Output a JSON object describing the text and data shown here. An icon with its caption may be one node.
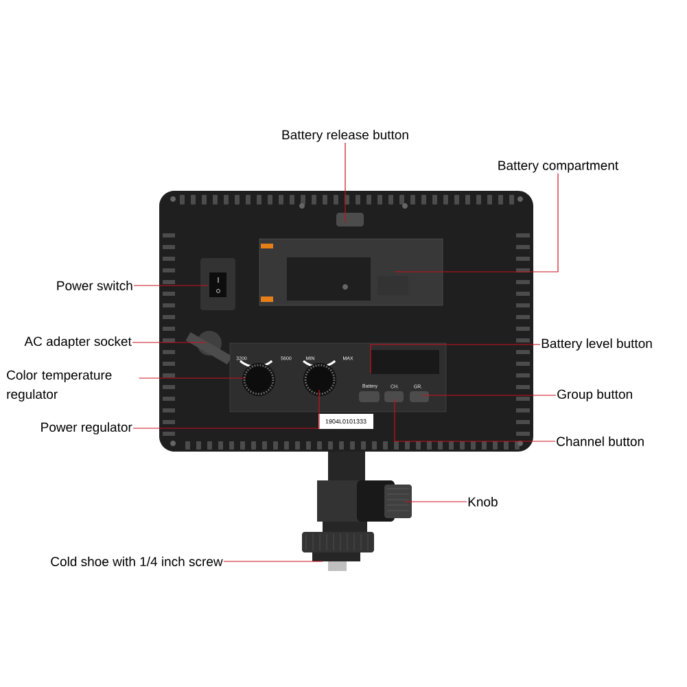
{
  "diagram": {
    "nodes": [
      {
        "text": [
          "Battery release button"
        ]
      },
      {
        "text": [
          "Battery compartment"
        ]
      },
      {
        "text": [
          "Power switch"
        ]
      },
      {
        "text": [
          "AC adapter socket"
        ]
      },
      {
        "text": [
          "Color temperature regulator"
        ]
      },
      {
        "text": [
          "Power regulator"
        ]
      },
      {
        "text": [
          "Battery level button"
        ]
      },
      {
        "text": [
          "Group button"
        ]
      },
      {
        "text": [
          "Channel button"
        ]
      },
      {
        "text": [
          "Knob"
        ]
      },
      {
        "text": [
          "Cold shoe with 1/4 inch screw"
        ]
      }
    ],
    "edges": [
      {
        "from": 0,
        "to": null,
        "arrow": "none"
      },
      {
        "from": 1,
        "to": null,
        "arrow": "none"
      },
      {
        "from": 2,
        "to": null,
        "arrow": "none"
      },
      {
        "from": 3,
        "to": null,
        "arrow": "none"
      },
      {
        "from": 4,
        "to": null,
        "arrow": "none"
      },
      {
        "from": 5,
        "to": null,
        "arrow": "none"
      },
      {
        "from": 6,
        "to": null,
        "arrow": "none"
      },
      {
        "from": 7,
        "to": null,
        "arrow": "none"
      },
      {
        "from": 8,
        "to": null,
        "arrow": "none"
      },
      {
        "from": 9,
        "to": null,
        "arrow": "none"
      },
      {
        "from": 10,
        "to": null,
        "arrow": "none"
      }
    ],
    "labels": [
      "3200",
      "5600",
      "MIN",
      "MAX",
      "Battery",
      "CH.",
      "GR.",
      "1904L0101333"
    ]
  }
}
